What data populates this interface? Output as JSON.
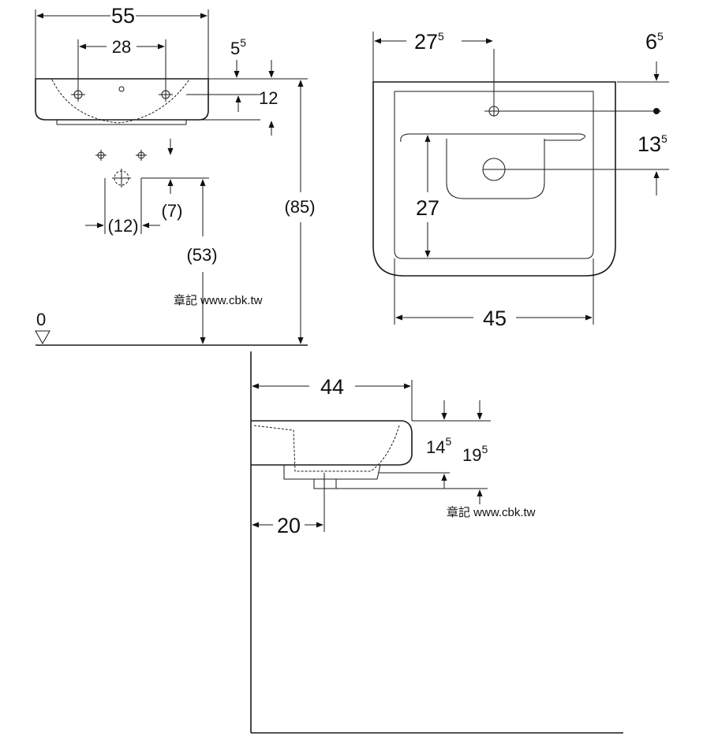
{
  "top_view": {
    "width": "55",
    "tap_spacing": "28",
    "rim_thickness": {
      "base": "5",
      "sup": "5"
    },
    "basin_height": "12",
    "valve_spacing": "(12)",
    "valve_drop": "(7)",
    "outlet_height": "(53)",
    "total_height": "(85)",
    "floor_level": "0"
  },
  "plan_view": {
    "tap_offset": {
      "base": "27",
      "sup": "5"
    },
    "edge_offset": {
      "base": "6",
      "sup": "5"
    },
    "outlet_offset": {
      "base": "13",
      "sup": "5"
    },
    "depth": "27",
    "inner_width": "45"
  },
  "side_view": {
    "projection": "44",
    "drain_height_a": {
      "base": "14",
      "sup": "5"
    },
    "drain_height_b": {
      "base": "19",
      "sup": "5"
    },
    "drain_offset": "20"
  },
  "watermarks": [
    "章記 www.cbk.tw",
    "章記 www.cbk.tw"
  ]
}
